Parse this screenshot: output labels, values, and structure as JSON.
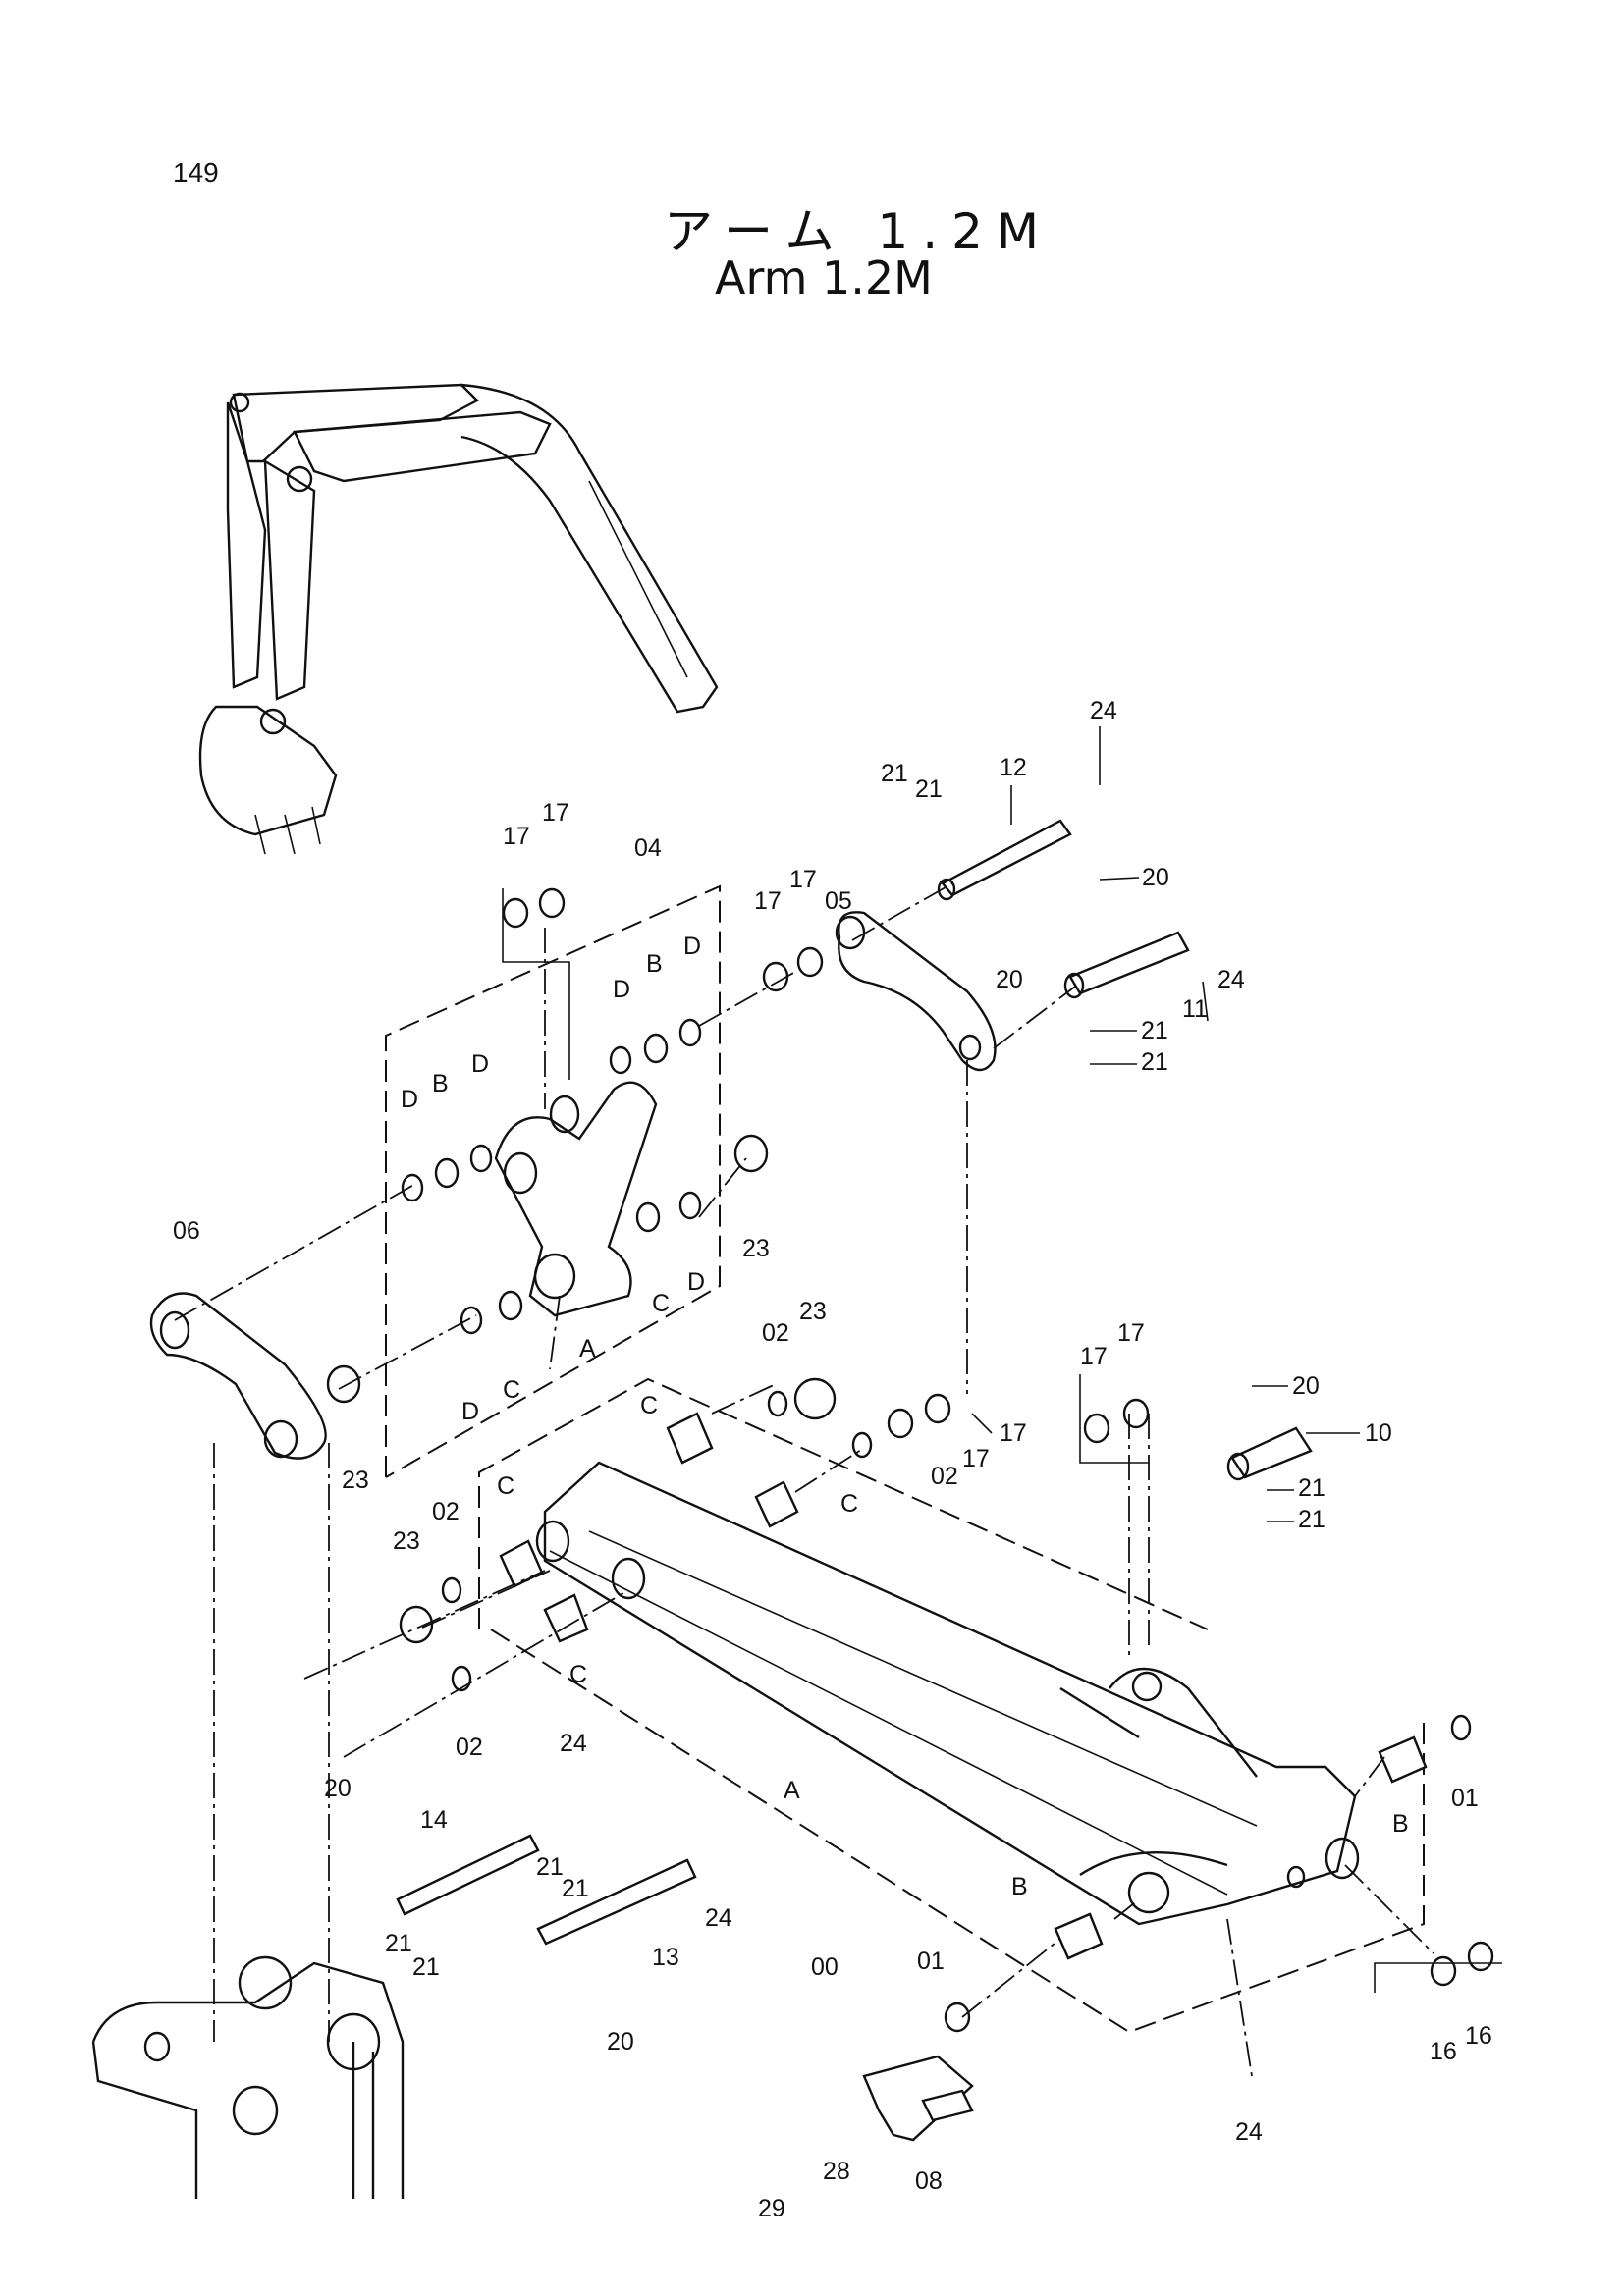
{
  "page_number": "149",
  "title_jp": "アーム 1.2M",
  "title_en": "Arm 1.2M",
  "labels": [
    {
      "id": "24-a",
      "text": "24"
    },
    {
      "id": "21-a",
      "text": "21"
    },
    {
      "id": "21-b",
      "text": "21"
    },
    {
      "id": "12",
      "text": "12"
    },
    {
      "id": "17-a",
      "text": "17"
    },
    {
      "id": "17-b",
      "text": "17"
    },
    {
      "id": "04",
      "text": "04"
    },
    {
      "id": "17-c",
      "text": "17"
    },
    {
      "id": "17-d",
      "text": "17"
    },
    {
      "id": "05",
      "text": "05"
    },
    {
      "id": "20-a",
      "text": "20"
    },
    {
      "id": "20-b",
      "text": "20"
    },
    {
      "id": "24-b",
      "text": "24"
    },
    {
      "id": "11",
      "text": "11"
    },
    {
      "id": "21-c",
      "text": "21"
    },
    {
      "id": "21-d",
      "text": "21"
    },
    {
      "id": "D-1",
      "text": "D"
    },
    {
      "id": "B-1",
      "text": "B"
    },
    {
      "id": "D-2",
      "text": "D"
    },
    {
      "id": "D-3",
      "text": "D"
    },
    {
      "id": "B-2",
      "text": "B"
    },
    {
      "id": "D-4",
      "text": "D"
    },
    {
      "id": "23-a",
      "text": "23"
    },
    {
      "id": "06",
      "text": "06"
    },
    {
      "id": "C-1",
      "text": "C"
    },
    {
      "id": "D-5",
      "text": "D"
    },
    {
      "id": "A-1",
      "text": "A"
    },
    {
      "id": "D-6",
      "text": "D"
    },
    {
      "id": "C-2",
      "text": "C"
    },
    {
      "id": "23-b",
      "text": "23"
    },
    {
      "id": "02-a",
      "text": "02"
    },
    {
      "id": "C-3",
      "text": "C"
    },
    {
      "id": "23-c",
      "text": "23"
    },
    {
      "id": "17-e",
      "text": "17"
    },
    {
      "id": "17-f",
      "text": "17"
    },
    {
      "id": "17-g",
      "text": "17"
    },
    {
      "id": "17-h",
      "text": "17"
    },
    {
      "id": "20-c",
      "text": "20"
    },
    {
      "id": "10",
      "text": "10"
    },
    {
      "id": "21-e",
      "text": "21"
    },
    {
      "id": "21-f",
      "text": "21"
    },
    {
      "id": "02-b",
      "text": "02"
    },
    {
      "id": "C-4",
      "text": "C"
    },
    {
      "id": "C-5",
      "text": "C"
    },
    {
      "id": "02-c",
      "text": "02"
    },
    {
      "id": "23-d",
      "text": "23"
    },
    {
      "id": "C-6",
      "text": "C"
    },
    {
      "id": "02-d",
      "text": "02"
    },
    {
      "id": "A-2",
      "text": "A"
    },
    {
      "id": "01-a",
      "text": "01"
    },
    {
      "id": "B-3",
      "text": "B"
    },
    {
      "id": "24-c",
      "text": "24"
    },
    {
      "id": "20-d",
      "text": "20"
    },
    {
      "id": "14",
      "text": "14"
    },
    {
      "id": "21-g",
      "text": "21"
    },
    {
      "id": "21-h",
      "text": "21"
    },
    {
      "id": "24-d",
      "text": "24"
    },
    {
      "id": "21-i",
      "text": "21"
    },
    {
      "id": "21-j",
      "text": "21"
    },
    {
      "id": "13",
      "text": "13"
    },
    {
      "id": "20-e",
      "text": "20"
    },
    {
      "id": "00",
      "text": "00"
    },
    {
      "id": "B-4",
      "text": "B"
    },
    {
      "id": "01-b",
      "text": "01"
    },
    {
      "id": "16-a",
      "text": "16"
    },
    {
      "id": "16-b",
      "text": "16"
    },
    {
      "id": "24-e",
      "text": "24"
    },
    {
      "id": "28",
      "text": "28"
    },
    {
      "id": "08",
      "text": "08"
    },
    {
      "id": "29",
      "text": "29"
    }
  ]
}
